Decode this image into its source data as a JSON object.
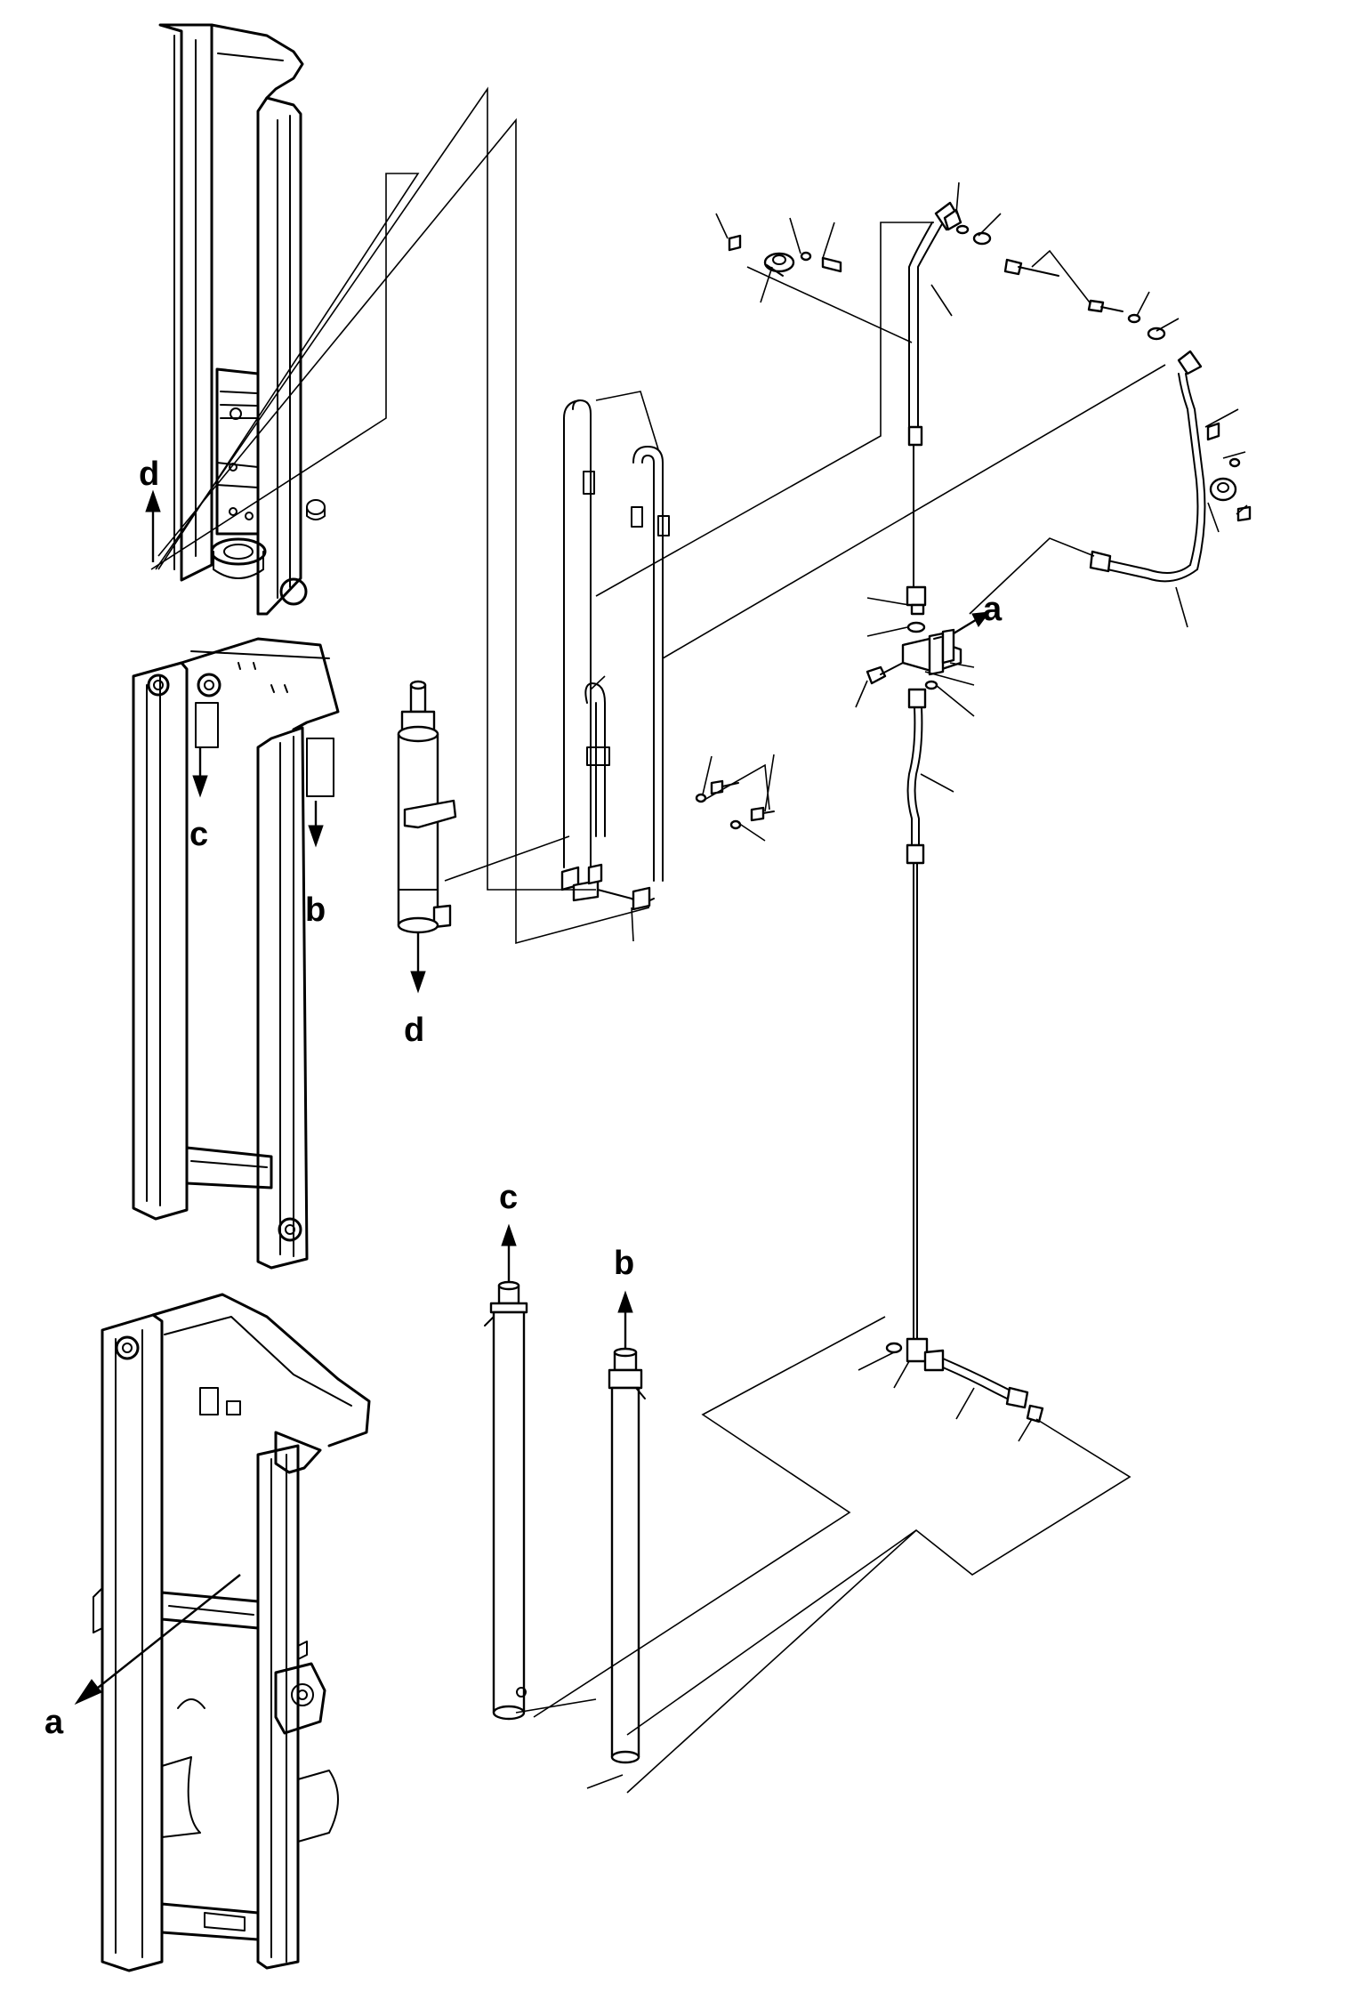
{
  "connection_labels": {
    "d_top": "d",
    "c_mid": "c",
    "b_mid": "b",
    "d_cyl": "d",
    "a_valve": "a",
    "c_bottom": "c",
    "b_bottom": "b",
    "a_frame": "a"
  }
}
